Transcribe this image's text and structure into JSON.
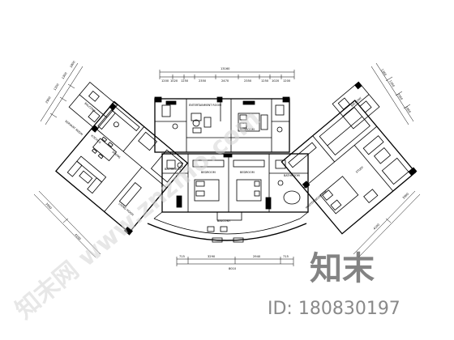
{
  "plan": {
    "dimensions_top": {
      "total": "13160",
      "segments": [
        "1200",
        "1020",
        "1250",
        "2350",
        "2470",
        "2350",
        "1250",
        "1020",
        "1200"
      ]
    },
    "dimensions_bottom": {
      "total": "8010",
      "segments": [
        "715",
        "3290",
        "2940",
        "715"
      ]
    },
    "dimensions_left_diag": [
      "2900",
      "1200",
      "1300",
      "1800"
    ],
    "dimensions_right_diag": [
      "1300",
      "1200",
      "2500",
      "1900"
    ],
    "dimensions_side_left": [
      "3900",
      "4100"
    ],
    "dimensions_side_right": [
      "3900",
      "4100"
    ],
    "rooms": {
      "balcony_tl": "BALCONY",
      "servant_room": "SERVANT ROOM",
      "kitchen": "KITCHEN",
      "dining": "DINING",
      "living_room": "LIVING ROOM",
      "entertainment_room": "ENTERTAINMENT ROOM",
      "bedroom_top": "BEDROOM",
      "bathroom_left": "BATHROOM",
      "bedroom_mid_left": "BEDROOM",
      "bedroom_mid_right": "BEDROOM",
      "bathroom_right": "BATHROOM",
      "balcony_bottom": "BALCONY",
      "master_bedroom": "MASTER BEDROOM",
      "study": "STUDY",
      "balcony_tr": "BALCONY"
    }
  },
  "watermark": {
    "logo_text": "知末",
    "id_text": "ID: 180830197",
    "diagonal_text": "知末网 www.znzmo.com"
  }
}
